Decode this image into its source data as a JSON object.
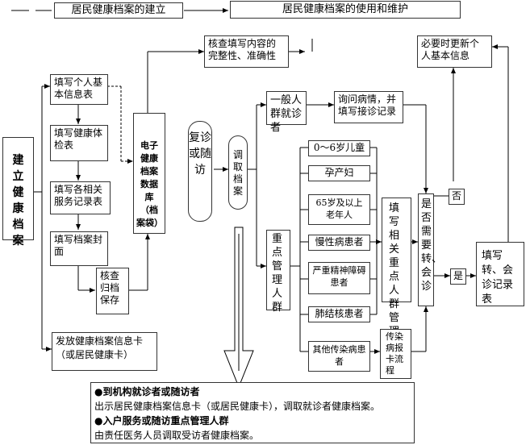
{
  "header": {
    "left_title": "居民健康档案的建立",
    "right_title": "居民健康档案的使用和维护"
  },
  "left": {
    "build_label": "建立健康档案",
    "fill_personal": "填写个人基本信息表",
    "fill_exam": "填写健康体检表",
    "fill_service": "填写各相关服务记录表",
    "fill_cover": "填写档案封面",
    "archive_check": "核查归档保存",
    "issue_card": "发放健康档案信息卡（或居民健康卡）"
  },
  "center": {
    "check_content": "核查填写内容的完整性、准确性",
    "database": "电子健康档案数据库（档案袋）",
    "revisit": "复诊或随访",
    "retrieve": "调取档案"
  },
  "right": {
    "general_pop": "一般人群就诊者",
    "inquire": "询问病情，并填写接诊记录",
    "key_pop": "重点管理人群",
    "children": "0～6岁儿童",
    "pregnant": "孕产妇",
    "elderly": "65岁及以上老年人",
    "chronic": "慢性病患者",
    "mental": "严重精神障碍患者",
    "tb": "肺结核患者",
    "other_infect": "其他传染病患者",
    "fill_key_records": "填写相关重点人群管理记录表",
    "need_transfer": "是否需要转、会诊",
    "no": "否",
    "yes": "是",
    "update_info": "必要时更新个人基本信息",
    "transfer_record": "填写转、会诊记录表",
    "infect_report": "传染病报卡流程"
  },
  "notes": {
    "line1": "●到机构就诊者或随访者",
    "line2": "出示居民健康档案信息卡（或居民健康卡），调取就诊者健康档案。",
    "line3": "●入户服务或随访重点管理人群",
    "line4": "由责任医务人员调取受访者健康档案。"
  }
}
